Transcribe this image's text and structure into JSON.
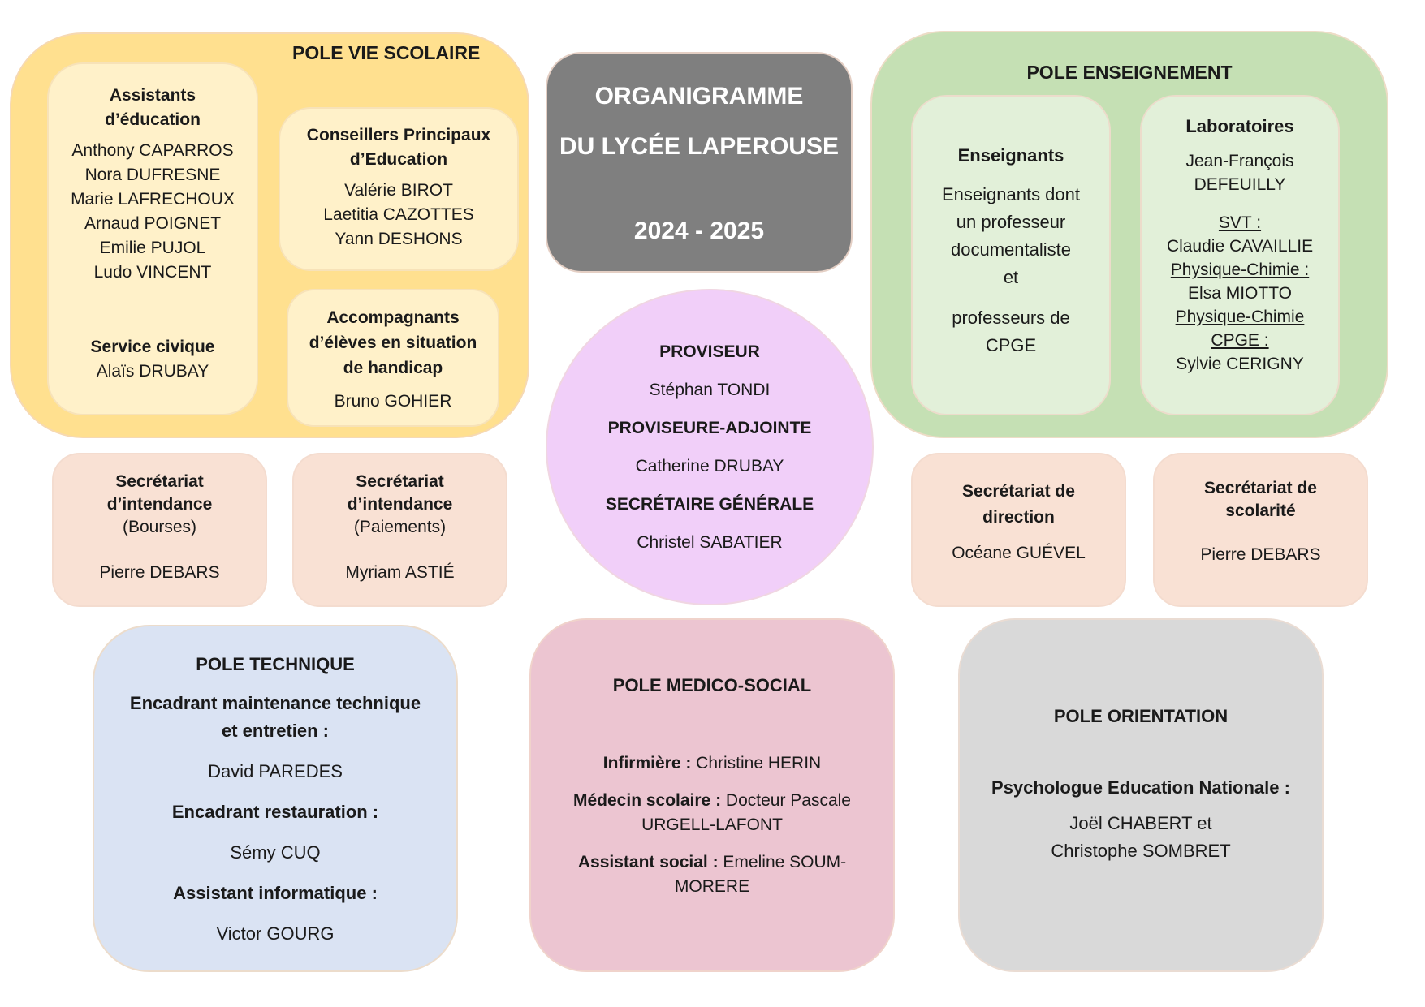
{
  "vie_scolaire": {
    "title": "POLE VIE SCOLAIRE",
    "assistants": {
      "heading_1": "Assistants",
      "heading_2": "d’éducation",
      "names": [
        "Anthony CAPARROS",
        "Nora DUFRESNE",
        "Marie LAFRECHOUX",
        "Arnaud POIGNET",
        "Emilie PUJOL",
        "Ludo VINCENT"
      ],
      "service_heading": "Service civique",
      "service_name": "Alaïs DRUBAY"
    },
    "cpe": {
      "heading_1": "Conseillers Principaux",
      "heading_2": "d’Education",
      "names": [
        "Valérie BIROT",
        "Laetitia CAZOTTES",
        "Yann DESHONS"
      ]
    },
    "aesh": {
      "heading_1": "Accompagnants",
      "heading_2": "d’élèves en situation",
      "heading_3": "de handicap",
      "name": "Bruno GOHIER"
    }
  },
  "title_box": {
    "line1": "ORGANIGRAMME",
    "line2": "DU LYCÉE LAPEROUSE",
    "year": "2024 - 2025"
  },
  "direction": {
    "proviseur_label": "PROVISEUR",
    "proviseur_name": "Stéphan TONDI",
    "adjointe_label": "PROVISEURE-ADJOINTE",
    "adjointe_name": "Catherine DRUBAY",
    "sg_label": "SECRÉTAIRE GÉNÉRALE",
    "sg_name": "Christel SABATIER"
  },
  "enseignement": {
    "title": "POLE ENSEIGNEMENT",
    "enseignants": {
      "heading": "Enseignants",
      "lines": [
        "Enseignants dont",
        "un professeur",
        "documentaliste",
        "et",
        "professeurs de",
        "CPGE"
      ]
    },
    "labo": {
      "heading": "Laboratoires",
      "name_1": "Jean-François",
      "name_2": "DEFEUILLY",
      "svt_label": "SVT :",
      "svt_name": "Claudie CAVAILLIE",
      "pc_label": "Physique-Chimie :",
      "pc_name": "Elsa MIOTTO",
      "pcc_label_1": "Physique-Chimie",
      "pcc_label_2": "CPGE :",
      "pcc_name": "Sylvie CERIGNY"
    }
  },
  "secretariats": {
    "bourses": {
      "l1": "Secrétariat",
      "l2": "d’intendance",
      "l3": "(Bourses)",
      "name": "Pierre DEBARS"
    },
    "paiements": {
      "l1": "Secrétariat",
      "l2": "d’intendance",
      "l3": "(Paiements)",
      "name": "Myriam ASTIÉ"
    },
    "direction": {
      "l1": "Secrétariat de",
      "l2": "direction",
      "name": "Océane GUÉVEL"
    },
    "scolarite": {
      "l1": "Secrétariat de",
      "l2": "scolarité",
      "name": "Pierre DEBARS"
    }
  },
  "technique": {
    "title": "POLE TECHNIQUE",
    "maint_1": "Encadrant maintenance technique",
    "maint_2": "et entretien :",
    "maint_name": "David PAREDES",
    "resto_label": "Encadrant restauration :",
    "resto_name": "Sémy CUQ",
    "info_label": "Assistant informatique :",
    "info_name": "Victor GOURG"
  },
  "medico_social": {
    "title": "POLE MEDICO-SOCIAL",
    "inf_label": "Infirmière :",
    "inf_name": " Christine HERIN",
    "med_label": "Médecin scolaire :",
    "med_name_1": " Docteur Pascale",
    "med_name_2": "URGELL-LAFONT",
    "as_label": "Assistant social :",
    "as_name_1": " Emeline SOUM-",
    "as_name_2": "MORERE"
  },
  "orientation": {
    "title": "POLE ORIENTATION",
    "psy_label": "Psychologue Education Nationale :",
    "names_1": "Joël CHABERT et",
    "names_2": "Christophe SOMBRET"
  },
  "colors": {
    "vie_scolaire": "#ffe08f",
    "inner_yellow": "#fff1c9",
    "title_grey": "#7f7f7f",
    "direction_pink": "#f1cff9",
    "enseignement_green": "#c5e0b4",
    "inner_green": "#e2f0d9",
    "secretariat": "#f9e1d4",
    "technique_blue": "#dae3f3",
    "medico_pink": "#ecc5d1",
    "orientation_grey": "#d9d9d9"
  }
}
